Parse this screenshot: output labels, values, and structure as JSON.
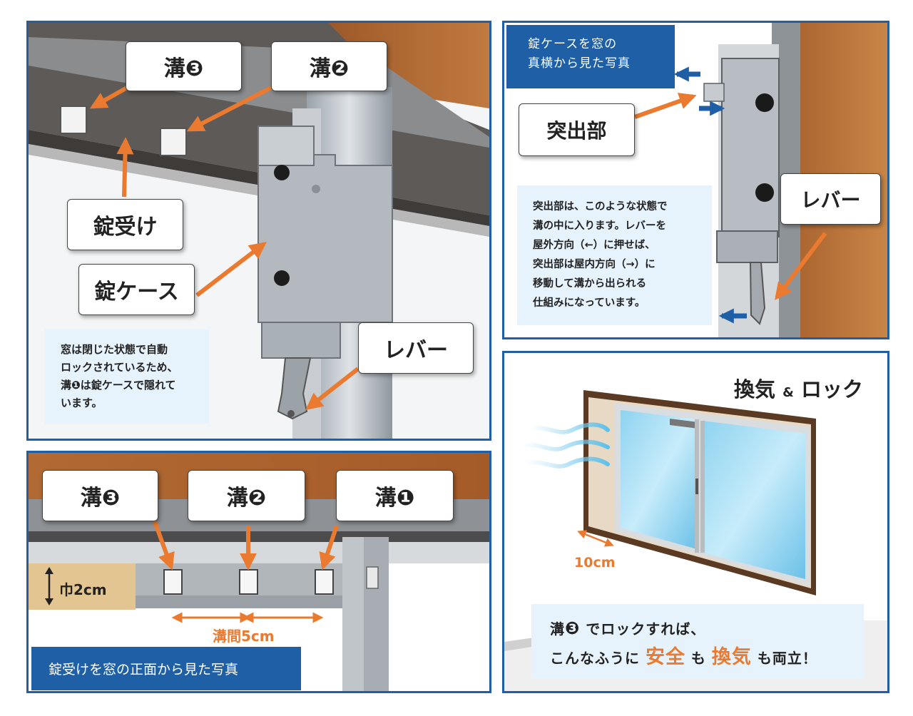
{
  "panel1": {
    "labels": {
      "groove3": "溝❸",
      "groove2": "溝❷",
      "strike": "錠受け",
      "case": "錠ケース",
      "lever": "レバー"
    },
    "note": [
      "窓は閉じた状態で自動",
      "ロックされているため、",
      "溝❶は錠ケースで隠れて",
      "います。"
    ]
  },
  "panel2": {
    "caption": [
      "錠ケースを窓の",
      "真横から見た写真"
    ],
    "labels": {
      "protrusion": "突出部",
      "lever": "レバー"
    },
    "note": [
      "突出部は、このような状態で",
      "溝の中に入ります。レバーを",
      "屋外方向（←）に押せば、",
      "突出部は屋内方向（→）に",
      "移動して溝から出られる",
      "仕組みになっています。"
    ]
  },
  "panel3": {
    "labels": {
      "groove3": "溝❸",
      "groove2": "溝❷",
      "groove1": "溝❶"
    },
    "width_label": "巾2cm",
    "spacing_label": "溝間5cm",
    "caption": "錠受けを窓の正面から見た写真"
  },
  "panel4": {
    "title_main1": "換気",
    "title_amp": "&",
    "title_main2": "ロック",
    "gap_label": "10cm",
    "line1_prefix": "溝",
    "line1_num": "❸",
    "line1_suffix": " でロックすれば、",
    "line2_a": "こんなふうに ",
    "line2_safe": "安全",
    "line2_b": " も ",
    "line2_vent": "換気",
    "line2_c": " も両立！"
  },
  "colors": {
    "border": "#1f5fa6",
    "accent": "#ea7a2f",
    "note_bg": "#e7f3fc",
    "wood": "#a7612e"
  }
}
